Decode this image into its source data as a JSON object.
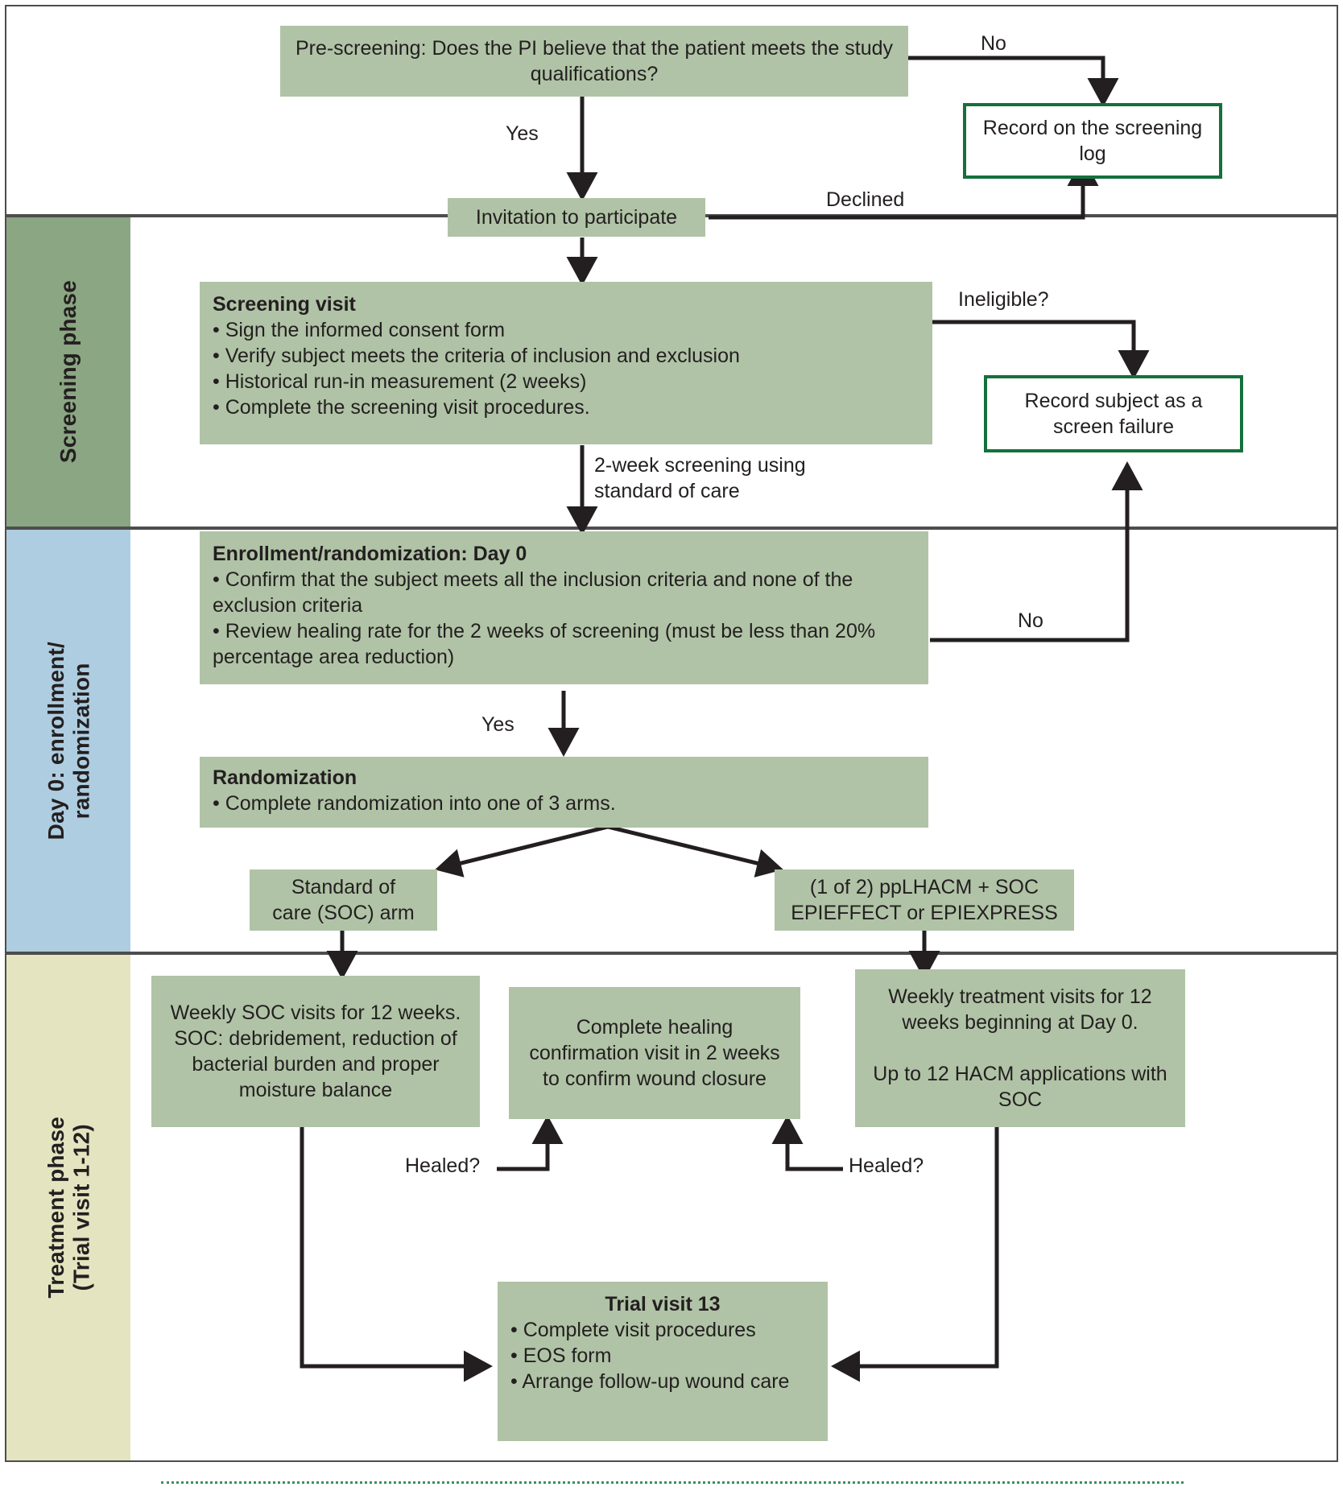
{
  "bands": [
    {
      "id": "prescreen",
      "label": ""
    },
    {
      "id": "screening",
      "label": "Screening phase",
      "color": "#8ba682"
    },
    {
      "id": "day0",
      "label": "Day 0: enrollment/\nrandomization",
      "color": "#aecde0"
    },
    {
      "id": "treatment",
      "label": "Treatment phase\n(Trial visit 1-12)",
      "color": "#e4e5c0"
    }
  ],
  "nodes": {
    "prescreening": "Pre-screening: Does the PI believe that the patient meets the study qualifications?",
    "screening_log": "Record on the screening log",
    "invitation": "Invitation to participate",
    "screening_visit": {
      "title": "Screening visit",
      "items": [
        "• Sign the informed consent form",
        "• Verify subject meets the criteria of inclusion and exclusion",
        "• Historical run-in measurement (2 weeks)",
        "• Complete the screening visit procedures."
      ]
    },
    "screen_failure": "Record subject as a screen failure",
    "enrollment": {
      "title": "Enrollment/randomization: Day 0",
      "items": [
        "• Confirm that the subject meets all the inclusion criteria and none of the exclusion criteria",
        "• Review healing rate for the 2 weeks of screening (must be less than 20% percentage area reduction)"
      ]
    },
    "randomization": {
      "title": "Randomization",
      "items": [
        "• Complete randomization into one of 3 arms."
      ]
    },
    "soc_arm": "Standard of\ncare (SOC) arm",
    "ppl_arm": "(1 of 2) ppLHACM + SOC\nEPIEFFECT or EPIEXPRESS",
    "weekly_soc": "Weekly SOC visits for 12 weeks.\nSOC: debridement, reduction of bacterial burden and proper moisture balance",
    "healing_confirmation": "Complete healing confirmation visit in 2 weeks to confirm wound closure",
    "weekly_treatment": "Weekly treatment visits for 12 weeks beginning at Day 0.\n\nUp to 12 HACM applications with SOC",
    "trial_visit_13": {
      "title": "Trial visit 13",
      "items": [
        "• Complete visit procedures",
        "• EOS form",
        "• Arrange follow-up wound care"
      ]
    }
  },
  "edge_labels": {
    "no_prescreen": "No",
    "yes_prescreen": "Yes",
    "declined": "Declined",
    "ineligible": "Ineligible?",
    "two_week_screening": "2-week screening using standard of care",
    "no_enrollment": "No",
    "yes_enrollment": "Yes",
    "healed_left": "Healed?",
    "healed_right": "Healed?"
  },
  "colors": {
    "box_fill": "#b0c3a6",
    "outline_green": "#15703b",
    "band_screening": "#8ba682",
    "band_day0": "#aecde0",
    "band_treatment": "#e4e5c0",
    "arrow": "#231f20"
  }
}
